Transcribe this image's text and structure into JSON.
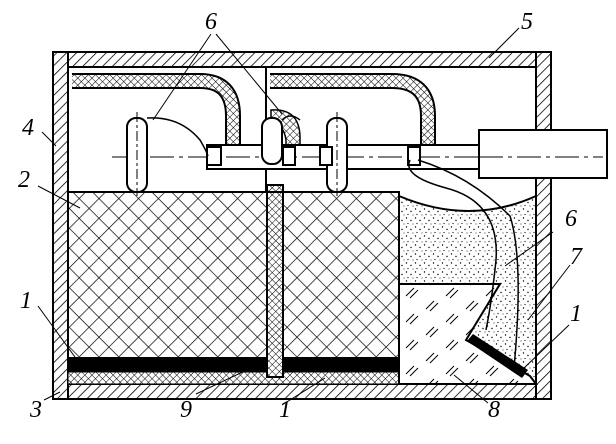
{
  "labels": {
    "l1_left": "1",
    "l1_bottom": "1",
    "l1_right": "1",
    "l2": "2",
    "l3": "3",
    "l4": "4",
    "l5": "5",
    "l6_top": "6",
    "l6_right": "6",
    "l7": "7",
    "l8": "8",
    "l9": "9"
  }
}
